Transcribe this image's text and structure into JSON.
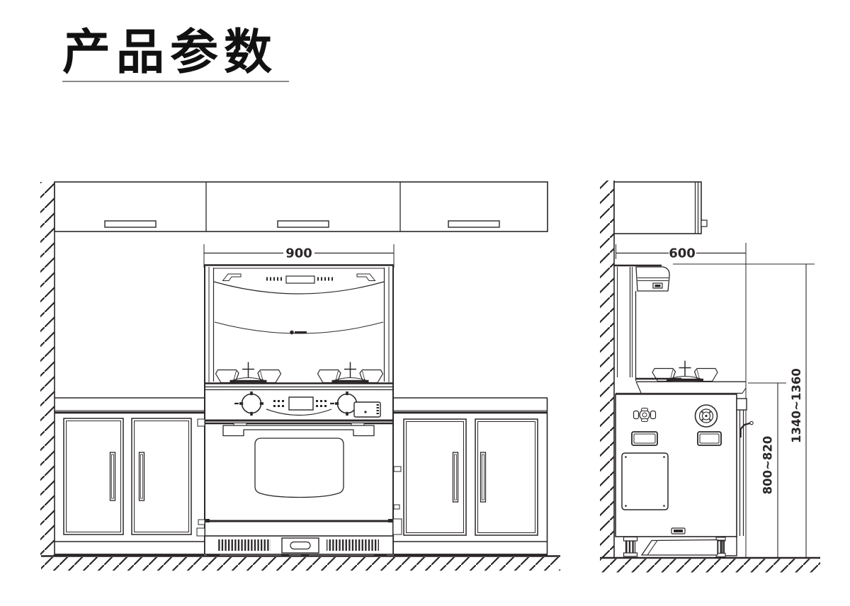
{
  "page": {
    "title": "产品参数",
    "background": "#ffffff"
  },
  "colors": {
    "line": "#2b2728",
    "underline": "#8a8a8a",
    "title_text": "#111111"
  },
  "front_view": {
    "dim_width_mm": "900"
  },
  "side_view": {
    "dim_depth_mm": "600",
    "dim_overall_height_mm": "1340~1360",
    "dim_counter_height_mm": "800~820"
  }
}
